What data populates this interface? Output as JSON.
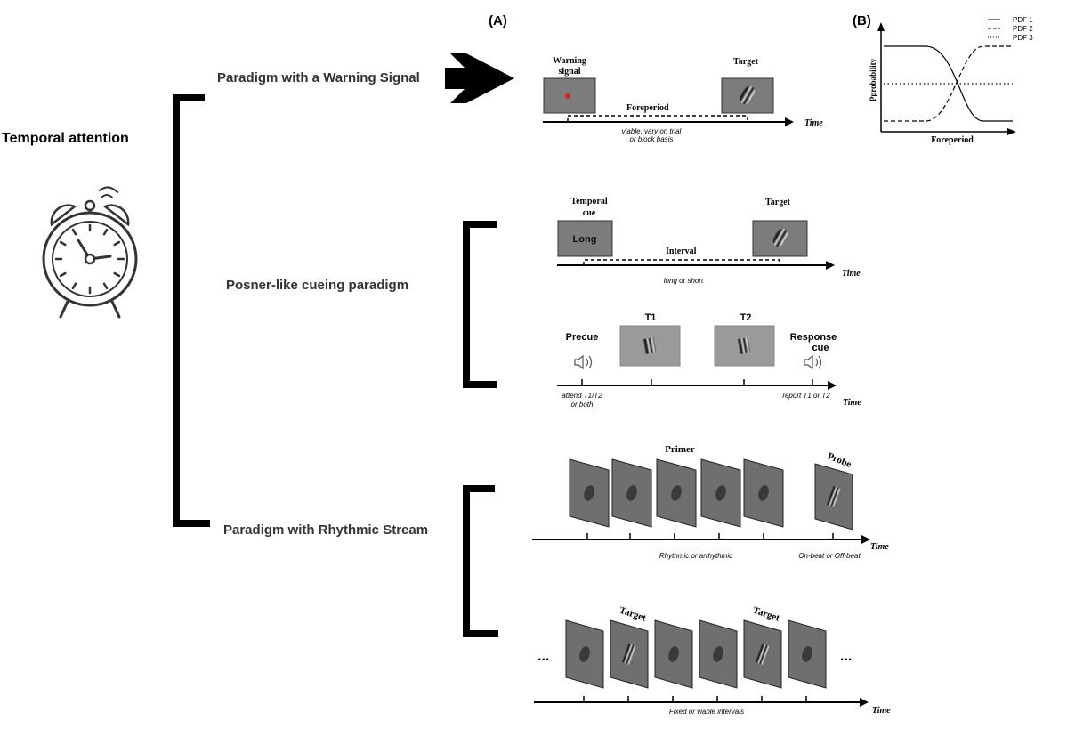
{
  "labels": {
    "panel_a": "(A)",
    "panel_b": "(B)",
    "temporal_attention": "Temporal attention",
    "paradigm_warning": "Paradigm with a Warning Signal",
    "paradigm_posner": "Posner-like cueing paradigm",
    "paradigm_rhythmic": "Paradigm with Rhythmic Stream"
  },
  "warning": {
    "warning_signal_line1": "Warning",
    "warning_signal_line2": "signal",
    "target": "Target",
    "foreperiod": "Foreperiod",
    "time": "Time",
    "note_line1": "viable, vary on trial",
    "note_line2": "or block basis"
  },
  "posner": {
    "temporal_cue_line1": "Temporal",
    "temporal_cue_line2": "cue",
    "cue_word": "Long",
    "target": "Target",
    "interval": "Interval",
    "time": "Time",
    "long_or_short": "long or short",
    "t1": "T1",
    "t2": "T2",
    "precue": "Precue",
    "response_cue_line1": "Response",
    "response_cue_line2": "cue",
    "attend_line1": "attend T1/T2",
    "attend_line2": "or both",
    "report": "report T1 or T2",
    "time2": "Time"
  },
  "rhythmic": {
    "primer": "Primer",
    "probe": "Probe",
    "time": "Time",
    "rhythmic_or_arrhythmic": "Rhythmic or arrhythmic",
    "on_off_beat": "On-beat or Off-beat",
    "target1": "Target",
    "target2": "Target",
    "ellipsis_left": "...",
    "ellipsis_right": "...",
    "fixed_intervals": "Fixed or viable  intervals",
    "time2": "Time"
  },
  "chart_b": {
    "legend": [
      "PDF 1",
      "PDF 2",
      "PDF 3"
    ],
    "ylabel": "Pprobability",
    "xlabel": "Foreperiod"
  },
  "colors": {
    "panel_gray": "#7c7c7c",
    "line_black": "#000000",
    "warning_dot": "#e0201c",
    "light_panel": "#9a9a9a"
  }
}
